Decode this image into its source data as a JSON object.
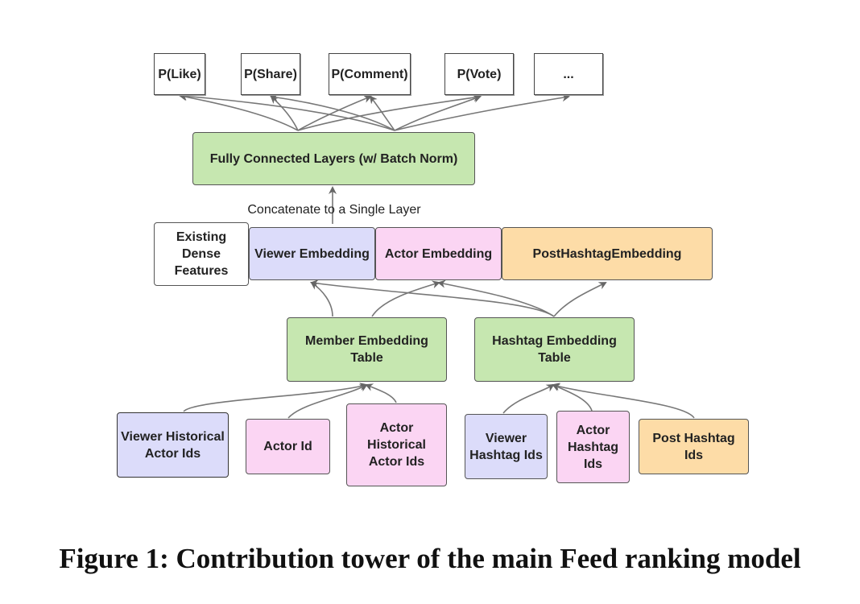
{
  "outputs": [
    "P(Like)",
    "P(Share)",
    "P(Comment)",
    "P(Vote)",
    "..."
  ],
  "fc_layer": "Fully Connected Layers (w/ Batch Norm)",
  "concat_label": "Concatenate to a Single Layer",
  "embeddings": {
    "dense": "Existing\nDense\nFeatures",
    "viewer": "Viewer Embedding",
    "actor": "Actor Embedding",
    "post_hashtag": "PostHashtagEmbedding"
  },
  "tables": {
    "member": "Member  Embedding\nTable",
    "hashtag": "Hashtag Embedding\nTable"
  },
  "inputs": {
    "viewer_hist": "Viewer Historical\nActor Ids",
    "actor_id": "Actor Id",
    "actor_hist": "Actor\nHistorical\nActor Ids",
    "viewer_hashtag": "Viewer\nHashtag Ids",
    "actor_hashtag": "Actor\nHashtag\nIds",
    "post_hashtag": "Post Hashtag Ids"
  },
  "caption": "Figure 1: Contribution tower of the main Feed ranking model",
  "colors": {
    "green": "#c6e7b0",
    "lavender": "#dcdcfa",
    "pink": "#fbd5f3",
    "orange": "#fddca7",
    "border": "#555555",
    "arrow": "#666666"
  }
}
